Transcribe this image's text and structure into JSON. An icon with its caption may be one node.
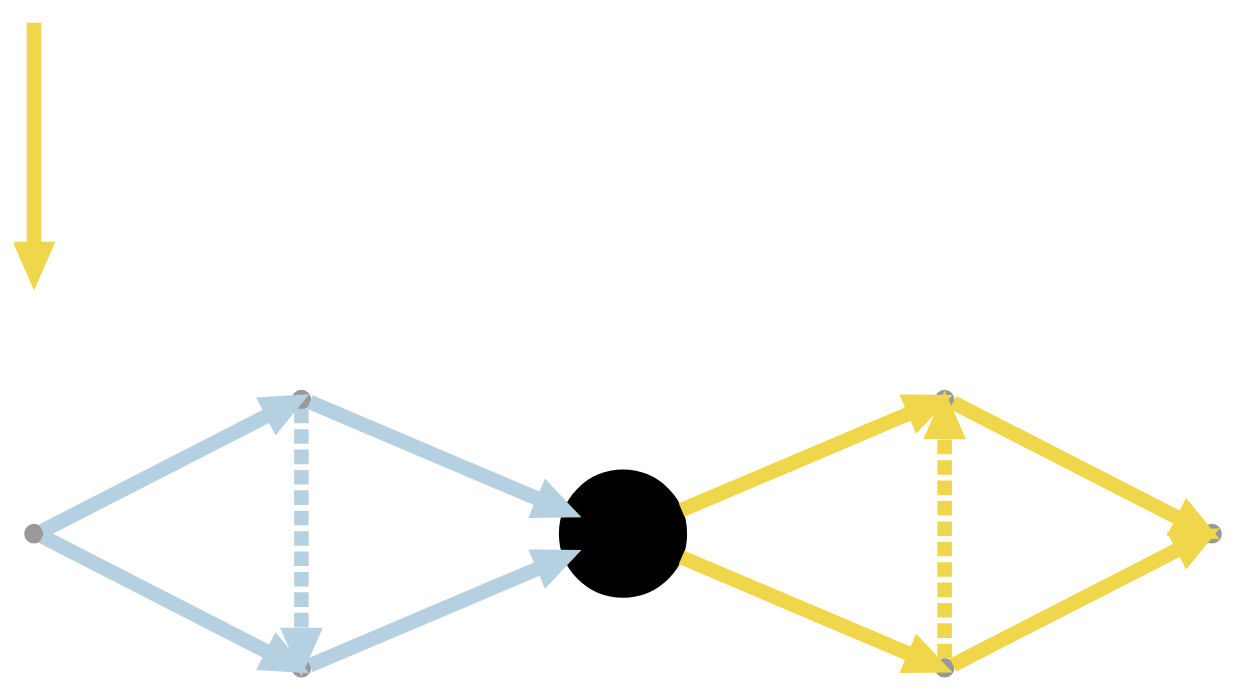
{
  "diagram": {
    "nodes": [
      {
        "text": [],
        "shape": "point"
      },
      {
        "text": [],
        "shape": "point"
      },
      {
        "text": [],
        "shape": "point"
      },
      {
        "text": [],
        "shape": "circle"
      },
      {
        "text": [],
        "shape": "point"
      },
      {
        "text": [],
        "shape": "point"
      },
      {
        "text": [],
        "shape": "point"
      }
    ],
    "edges": [
      {
        "from": 0,
        "to": 1,
        "arrow": "to",
        "color": "#b5d0e0"
      },
      {
        "from": 0,
        "to": 2,
        "arrow": "to",
        "color": "#b5d0e0"
      },
      {
        "from": 1,
        "to": 2,
        "arrow": "to",
        "style": "dashed",
        "color": "#b5d0e0"
      },
      {
        "from": 1,
        "to": 3,
        "arrow": "to",
        "color": "#b5d0e0"
      },
      {
        "from": 2,
        "to": 3,
        "arrow": "to",
        "color": "#b5d0e0"
      },
      {
        "from": 3,
        "to": 4,
        "arrow": "to",
        "color": "#f0d64a"
      },
      {
        "from": 3,
        "to": 5,
        "arrow": "to",
        "color": "#f0d64a"
      },
      {
        "from": 5,
        "to": 4,
        "arrow": "to",
        "style": "dashed",
        "color": "#f0d64a"
      },
      {
        "from": 4,
        "to": 6,
        "arrow": "to",
        "color": "#f0d64a"
      },
      {
        "from": 5,
        "to": 6,
        "arrow": "to",
        "color": "#f0d64a"
      }
    ]
  }
}
